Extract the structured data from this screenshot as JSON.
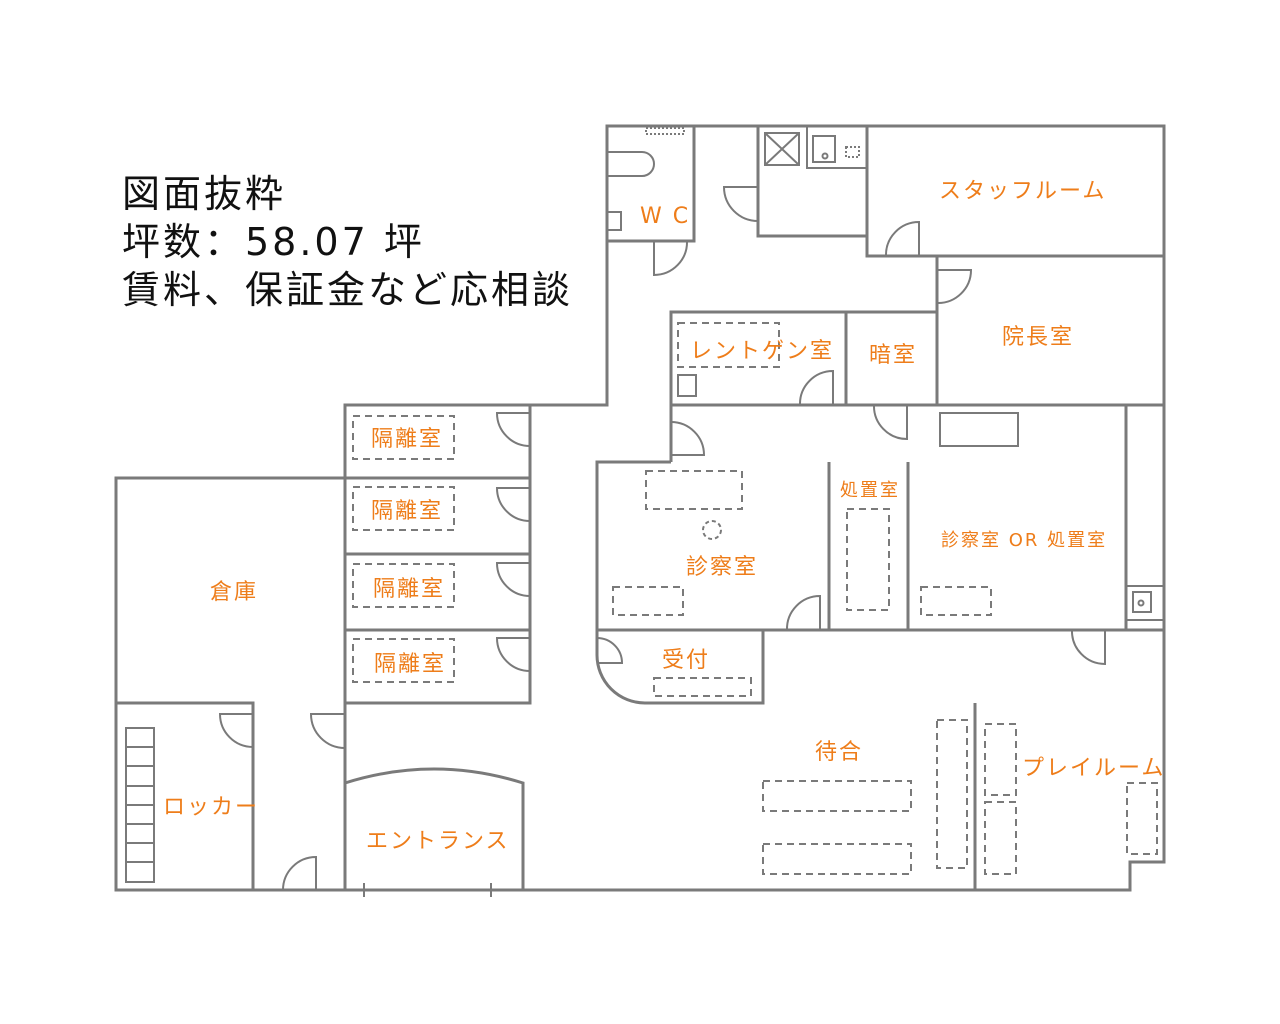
{
  "summary": {
    "line1": "図面抜粋",
    "line2": "坪数：58.07 坪",
    "line3": "賃料、保証金など応相談"
  },
  "rooms": {
    "wc": "W C",
    "staff": "スタッフルーム",
    "director": "院長室",
    "xray": "レントゲン室",
    "darkroom": "暗室",
    "isolation1": "隔離室",
    "isolation2": "隔離室",
    "isolation3": "隔離室",
    "isolation4": "隔離室",
    "storage": "倉庫",
    "exam": "診察室",
    "treatment": "処置室",
    "exam_or_treatment": "診察室 OR 処置室",
    "reception": "受付",
    "waiting": "待合",
    "playroom": "プレイルーム",
    "locker": "ロッカー",
    "entrance": "エントランス"
  },
  "colors": {
    "label": "#ee7d1a",
    "wall": "#7a7a7a"
  }
}
